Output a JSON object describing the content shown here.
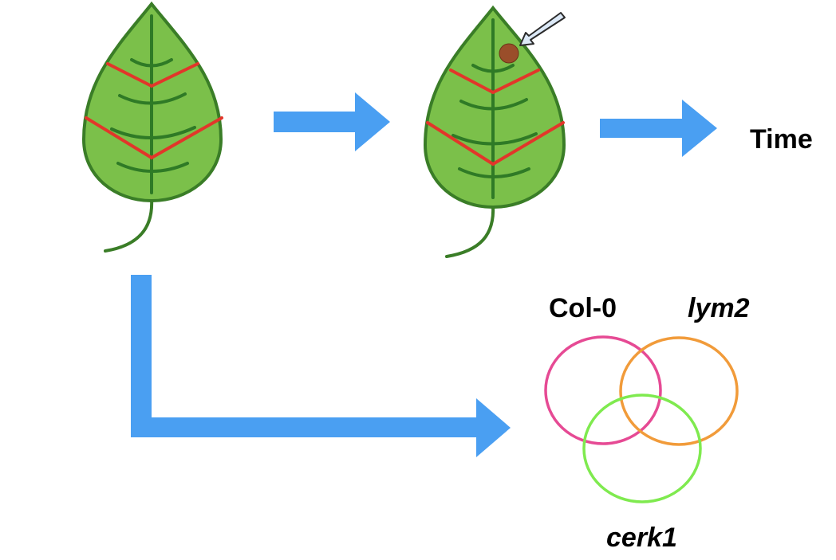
{
  "labels": {
    "time": "Time",
    "col0": "Col-0",
    "lym2": "lym2",
    "cerk1": "cerk1"
  },
  "colors": {
    "leaf_fill": "#7bc04a",
    "leaf_outline": "#3a7d27",
    "vein": "#2f7a26",
    "cut": "#e2362a",
    "arrow": "#4a9ff2",
    "spot": "#9a4e2a",
    "pointer_fill": "#dce9f7",
    "pointer_stroke": "#2b2b2b",
    "col0_circle": "#e64a94",
    "lym2_circle": "#f19b3a",
    "cerk1_circle": "#7fea4f"
  },
  "icons": {
    "leaf_before": "leaf-icon",
    "leaf_after": "leaf-with-lesion-icon",
    "pointer": "pointer-arrow-icon"
  }
}
